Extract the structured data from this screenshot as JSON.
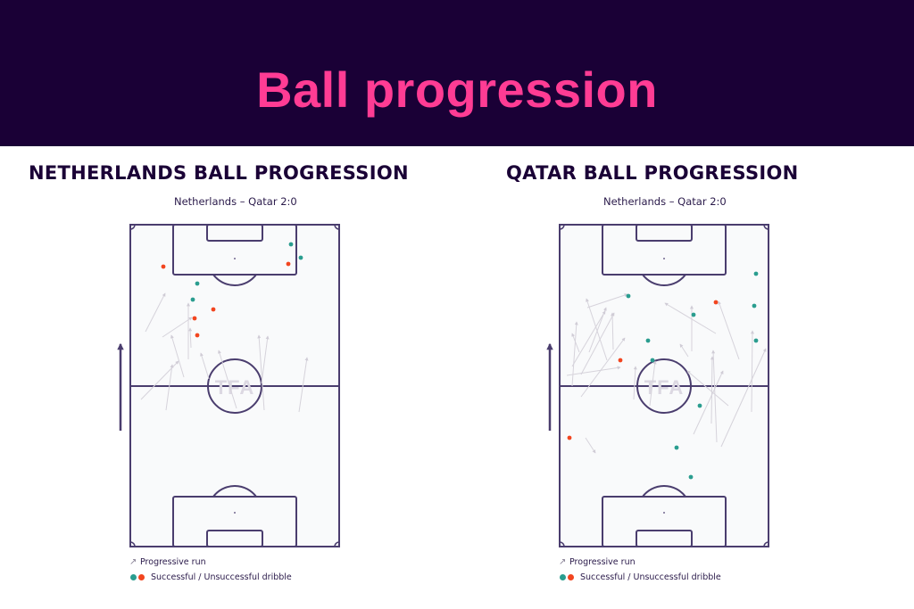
{
  "banner": {
    "title": "Ball progression",
    "background": "#1a0036",
    "title_color": "#ff3c94"
  },
  "panels": [
    {
      "title": "NETHERLANDS BALL PROGRESSION",
      "subtitle": "Netherlands – Qatar 2:0",
      "watermark": "TFA",
      "legend": {
        "run_label": "Progressive run",
        "dribble_label": "Successful / Unsuccessful dribble"
      }
    },
    {
      "title": "QATAR BALL PROGRESSION",
      "subtitle": "Netherlands – Qatar 2:0",
      "watermark": "TFA",
      "legend": {
        "run_label": "Progressive run",
        "dribble_label": "Successful / Unsuccessful dribble"
      }
    }
  ],
  "colors": {
    "success": "#2a9d8f",
    "fail": "#f2451f",
    "run": "#d6d3db",
    "pitch_line": "#4a3d6e",
    "pitch_fill": "#f9fafb"
  },
  "chart_data": [
    {
      "type": "scatter",
      "title": "NETHERLANDS BALL PROGRESSION",
      "subtitle": "Netherlands – Qatar 2:0",
      "direction": "attacking upward",
      "legend": [
        "Progressive run",
        "Successful dribble",
        "Unsuccessful dribble"
      ],
      "successful_dribbles": [
        [
          326,
          274
        ],
        [
          337,
          289
        ],
        [
          221,
          318
        ],
        [
          216,
          336
        ]
      ],
      "unsuccessful_dribbles": [
        [
          183,
          299
        ],
        [
          323,
          296
        ],
        [
          239,
          347
        ],
        [
          218,
          357
        ],
        [
          221,
          376
        ]
      ],
      "progressive_runs": [
        [
          [
            163,
            372
          ],
          [
            185,
            329
          ]
        ],
        [
          [
            182,
            378
          ],
          [
            215,
            356
          ]
        ],
        [
          [
            211,
            403
          ],
          [
            211,
            340
          ]
        ],
        [
          [
            214,
            390
          ],
          [
            213,
            368
          ]
        ],
        [
          [
            206,
            423
          ],
          [
            192,
            376
          ]
        ],
        [
          [
            158,
            448
          ],
          [
            200,
            405
          ]
        ],
        [
          [
            186,
            460
          ],
          [
            193,
            409
          ]
        ],
        [
          [
            234,
            425
          ],
          [
            225,
            396
          ]
        ],
        [
          [
            265,
            458
          ],
          [
            245,
            393
          ]
        ],
        [
          [
            296,
            460
          ],
          [
            290,
            376
          ]
        ],
        [
          [
            293,
            430
          ],
          [
            300,
            377
          ]
        ],
        [
          [
            335,
            462
          ],
          [
            344,
            401
          ]
        ]
      ]
    },
    {
      "type": "scatter",
      "title": "QATAR BALL PROGRESSION",
      "subtitle": "Netherlands – Qatar 2:0",
      "direction": "attacking upward",
      "legend": [
        "Progressive run",
        "Successful dribble",
        "Unsuccessful dribble"
      ],
      "successful_dribbles": [
        [
          847,
          307
        ],
        [
          704,
          332
        ],
        [
          845,
          343
        ],
        [
          777,
          353
        ],
        [
          726,
          382
        ],
        [
          847,
          382
        ],
        [
          731,
          404
        ],
        [
          784,
          455
        ],
        [
          758,
          502
        ],
        [
          774,
          535
        ]
      ],
      "unsuccessful_dribbles": [
        [
          802,
          339
        ],
        [
          695,
          404
        ],
        [
          638,
          491
        ]
      ],
      "progressive_runs": [
        [
          [
            658,
            345
          ],
          [
            703,
            330
          ]
        ],
        [
          [
            680,
            404
          ],
          [
            657,
            335
          ]
        ],
        [
          [
            660,
            395
          ],
          [
            679,
            345
          ]
        ],
        [
          [
            641,
            411
          ],
          [
            678,
            349
          ]
        ],
        [
          [
            651,
            420
          ],
          [
            688,
            351
          ]
        ],
        [
          [
            649,
            395
          ],
          [
            641,
            374
          ]
        ],
        [
          [
            687,
            392
          ],
          [
            686,
            351
          ]
        ],
        [
          [
            651,
            445
          ],
          [
            700,
            379
          ]
        ],
        [
          [
            635,
            421
          ],
          [
            695,
            412
          ]
        ],
        [
          [
            641,
            433
          ],
          [
            646,
            361
          ]
        ],
        [
          [
            710,
            448
          ],
          [
            712,
            411
          ]
        ],
        [
          [
            728,
            455
          ],
          [
            734,
            405
          ]
        ],
        [
          [
            802,
            374
          ],
          [
            745,
            340
          ]
        ],
        [
          [
            775,
            394
          ],
          [
            775,
            343
          ]
        ],
        [
          [
            771,
            400
          ],
          [
            762,
            386
          ]
        ],
        [
          [
            828,
            403
          ],
          [
            805,
            338
          ]
        ],
        [
          [
            842,
            462
          ],
          [
            843,
            371
          ]
        ],
        [
          [
            808,
            501
          ],
          [
            858,
            391
          ]
        ],
        [
          [
            777,
            487
          ],
          [
            810,
            416
          ]
        ],
        [
          [
            803,
            496
          ],
          [
            799,
            393
          ]
        ],
        [
          [
            656,
            491
          ],
          [
            667,
            508
          ]
        ],
        [
          [
            816,
            455
          ],
          [
            770,
            416
          ]
        ],
        [
          [
            797,
            475
          ],
          [
            798,
            400
          ]
        ]
      ]
    }
  ]
}
